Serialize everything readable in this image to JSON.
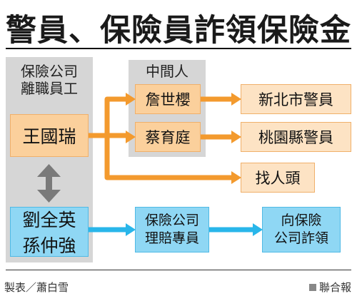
{
  "title": "警員、保險員詐領保險金",
  "groups": {
    "insurer_staff": {
      "label_line1": "保險公司",
      "label_line2": "離職員工"
    },
    "intermediary": {
      "label": "中間人"
    }
  },
  "nodes": {
    "wang": "王國瑞",
    "zhan": "詹世櫻",
    "cai": "蔡育庭",
    "xinbei": "新北市警員",
    "taoyuan": "桃園縣警員",
    "figurehead": "找人頭",
    "liu_sun_line1": "劉全英",
    "liu_sun_line2": "孫仲強",
    "adjuster_line1": "保險公司",
    "adjuster_line2": "理賠專員",
    "fraud_line1": "向保險",
    "fraud_line2": "公司詐領"
  },
  "colors": {
    "orange_arrow": "#f39a2e",
    "blue_arrow": "#29b6ea",
    "double_arrow": "#7a7a7a"
  },
  "footer": {
    "credit": "製表／蕭白雪",
    "source": "聯合報"
  }
}
